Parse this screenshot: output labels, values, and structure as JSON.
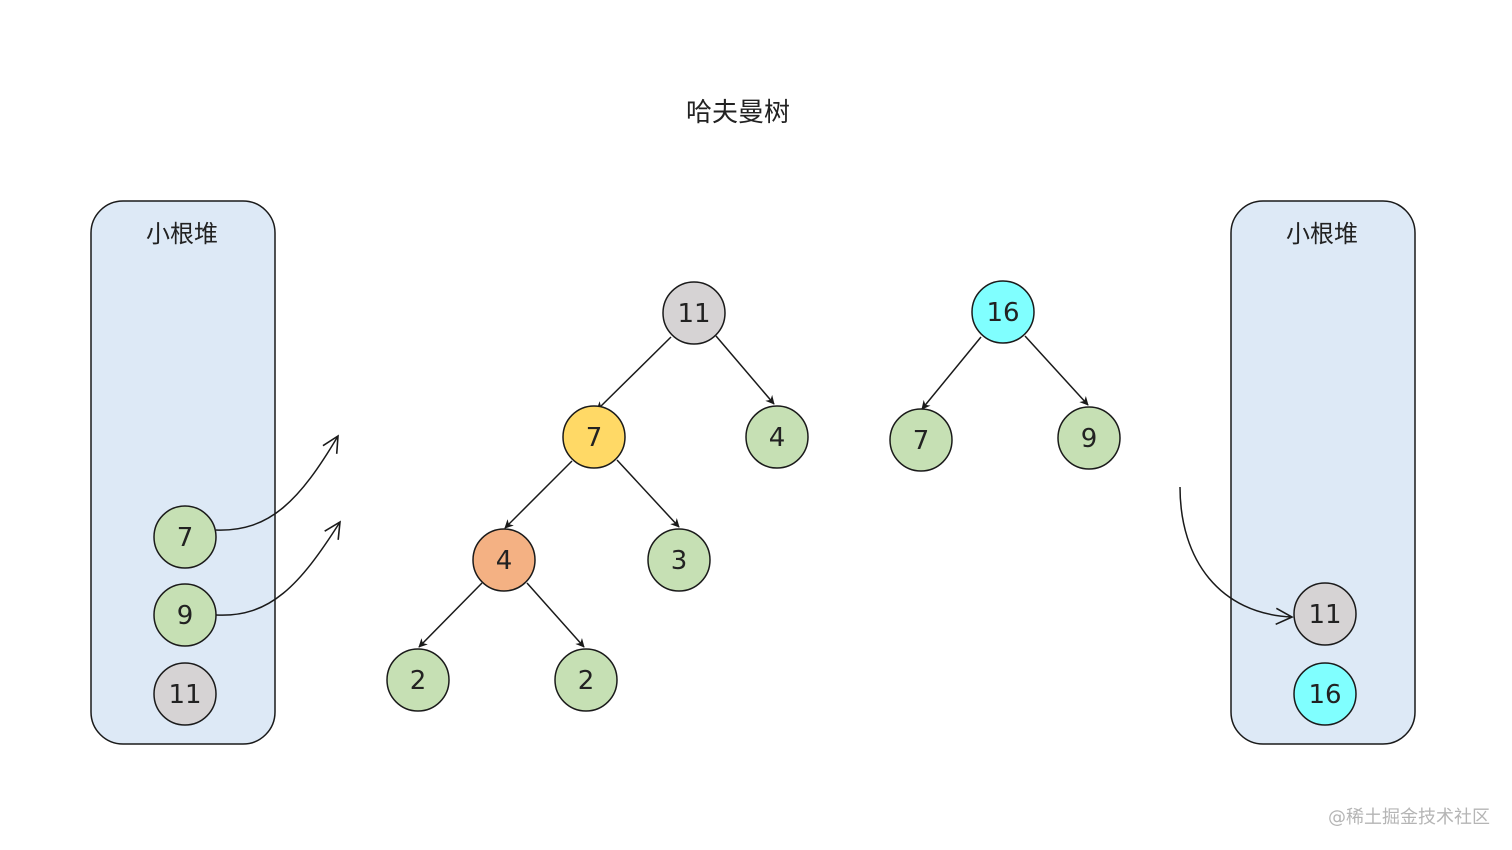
{
  "title": "哈夫曼树",
  "watermark": "@稀土掘金技术社区",
  "colors": {
    "gray": "#d6d3d4",
    "green": "#c6e0b4",
    "yellow": "#ffd966",
    "orange": "#f4b183",
    "cyan": "#80ffff",
    "panel_fill": "#dde9f6",
    "stroke": "#1a1a1a"
  },
  "left_heap": {
    "label": "小根堆",
    "items": [
      {
        "value": "7",
        "color": "green"
      },
      {
        "value": "9",
        "color": "green"
      },
      {
        "value": "11",
        "color": "gray"
      }
    ]
  },
  "right_heap": {
    "label": "小根堆",
    "items": [
      {
        "value": "11",
        "color": "gray"
      },
      {
        "value": "16",
        "color": "cyan"
      }
    ]
  },
  "tree_left": {
    "nodes": [
      {
        "value": "11",
        "color": "gray"
      },
      {
        "value": "7",
        "color": "yellow"
      },
      {
        "value": "4",
        "color": "green"
      },
      {
        "value": "4",
        "color": "orange"
      },
      {
        "value": "3",
        "color": "green"
      },
      {
        "value": "2",
        "color": "green"
      },
      {
        "value": "2",
        "color": "green"
      }
    ]
  },
  "tree_right": {
    "nodes": [
      {
        "value": "16",
        "color": "cyan"
      },
      {
        "value": "7",
        "color": "green"
      },
      {
        "value": "9",
        "color": "green"
      }
    ]
  }
}
